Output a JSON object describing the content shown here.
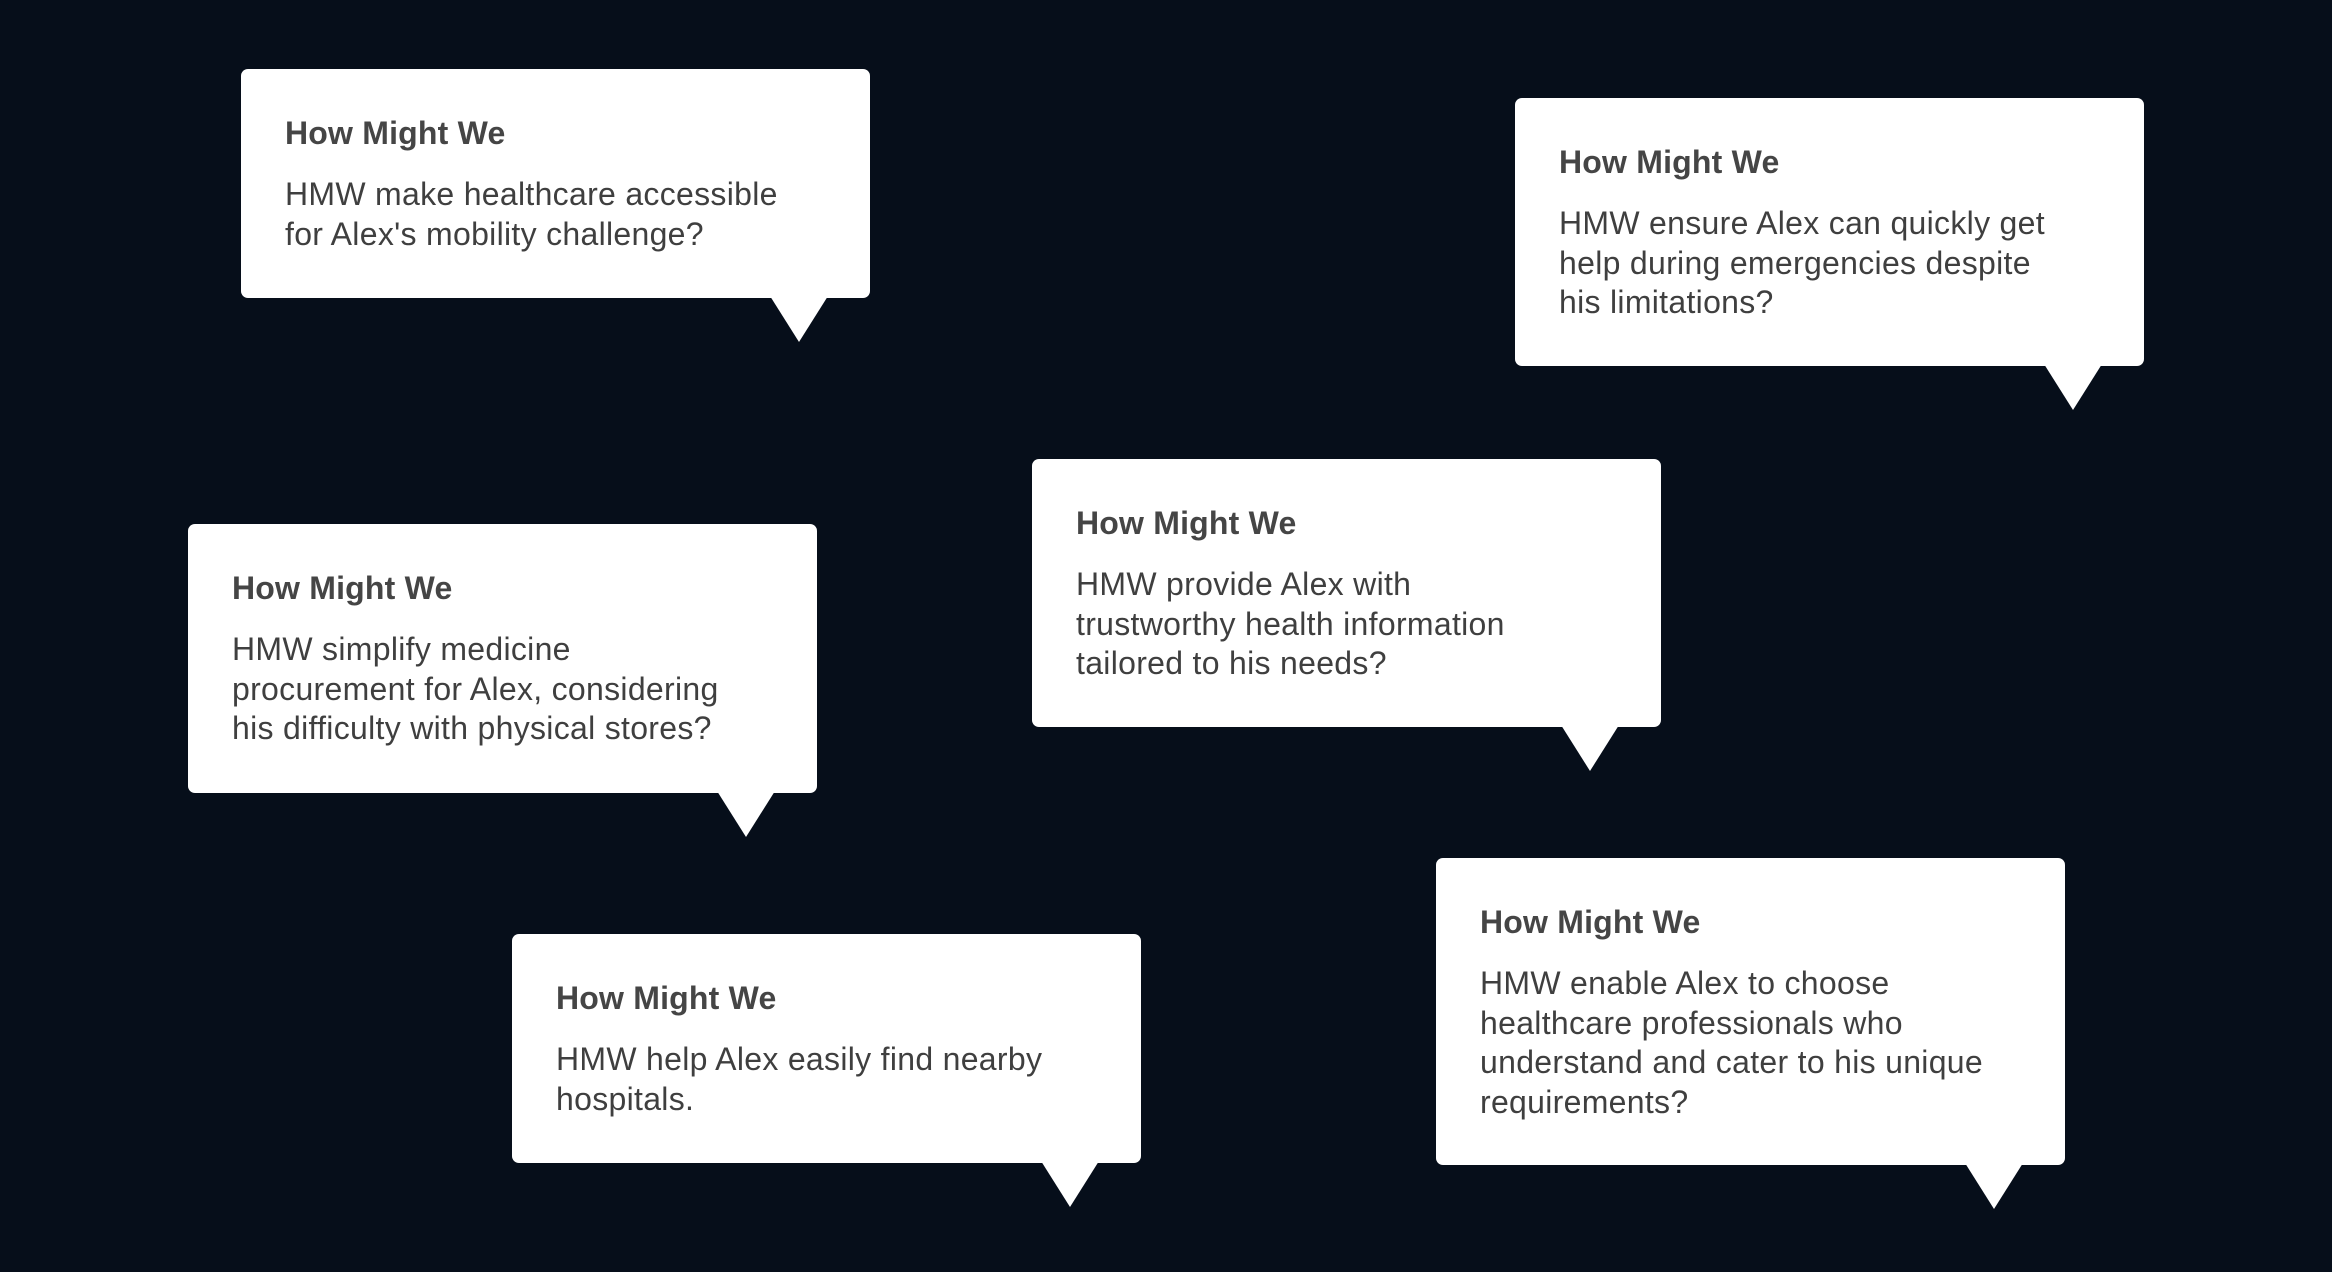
{
  "bubbles": [
    {
      "title": "How Might We",
      "lines": [
        "HMW make healthcare accessible",
        "for Alex's mobility challenge?"
      ]
    },
    {
      "title": "How Might We",
      "lines": [
        "HMW ensure Alex can quickly get",
        "help during emergencies despite",
        "his limitations?"
      ]
    },
    {
      "title": "How Might We",
      "lines": [
        "HMW provide Alex with",
        "trustworthy health information",
        "tailored to his needs?"
      ]
    },
    {
      "title": "How Might We",
      "lines": [
        "HMW simplify medicine",
        "procurement for Alex, considering",
        "his difficulty with physical stores?"
      ]
    },
    {
      "title": "How Might We",
      "lines": [
        "HMW help Alex easily find nearby",
        "hospitals."
      ]
    },
    {
      "title": "How Might We",
      "lines": [
        "HMW enable Alex to choose",
        "healthcare professionals who",
        "understand and cater to his unique",
        "requirements?"
      ]
    }
  ]
}
